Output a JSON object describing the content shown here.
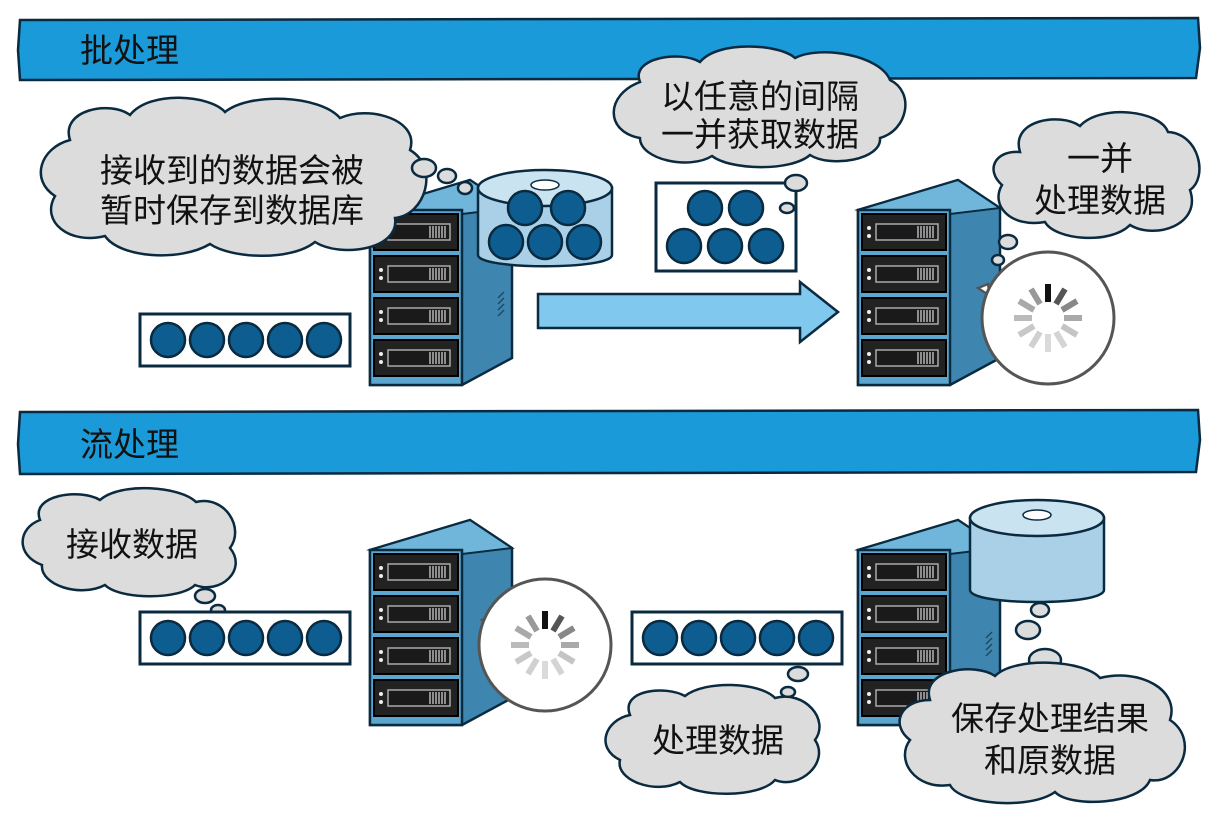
{
  "sections": {
    "batch": {
      "title": "批处理"
    },
    "stream": {
      "title": "流处理"
    }
  },
  "batch": {
    "thought_store": [
      "接收到的数据会被",
      "暂时保存到数据库"
    ],
    "thought_fetch": [
      "以任意的间隔",
      "一并获取数据"
    ],
    "thought_process": [
      "一并",
      "处理数据"
    ]
  },
  "stream": {
    "thought_receive": [
      "接收数据"
    ],
    "thought_process": [
      "处理数据"
    ],
    "thought_save": [
      "保存处理结果",
      "和原数据"
    ]
  },
  "colors": {
    "band": "#1a9ad8",
    "server_front": "#5aa6cf",
    "server_side": "#3e86b0",
    "disk": "#a9d0e6",
    "data_dot": "#0d5d91",
    "arrow": "#80c8ee",
    "cloud": "#dcdcdc"
  }
}
